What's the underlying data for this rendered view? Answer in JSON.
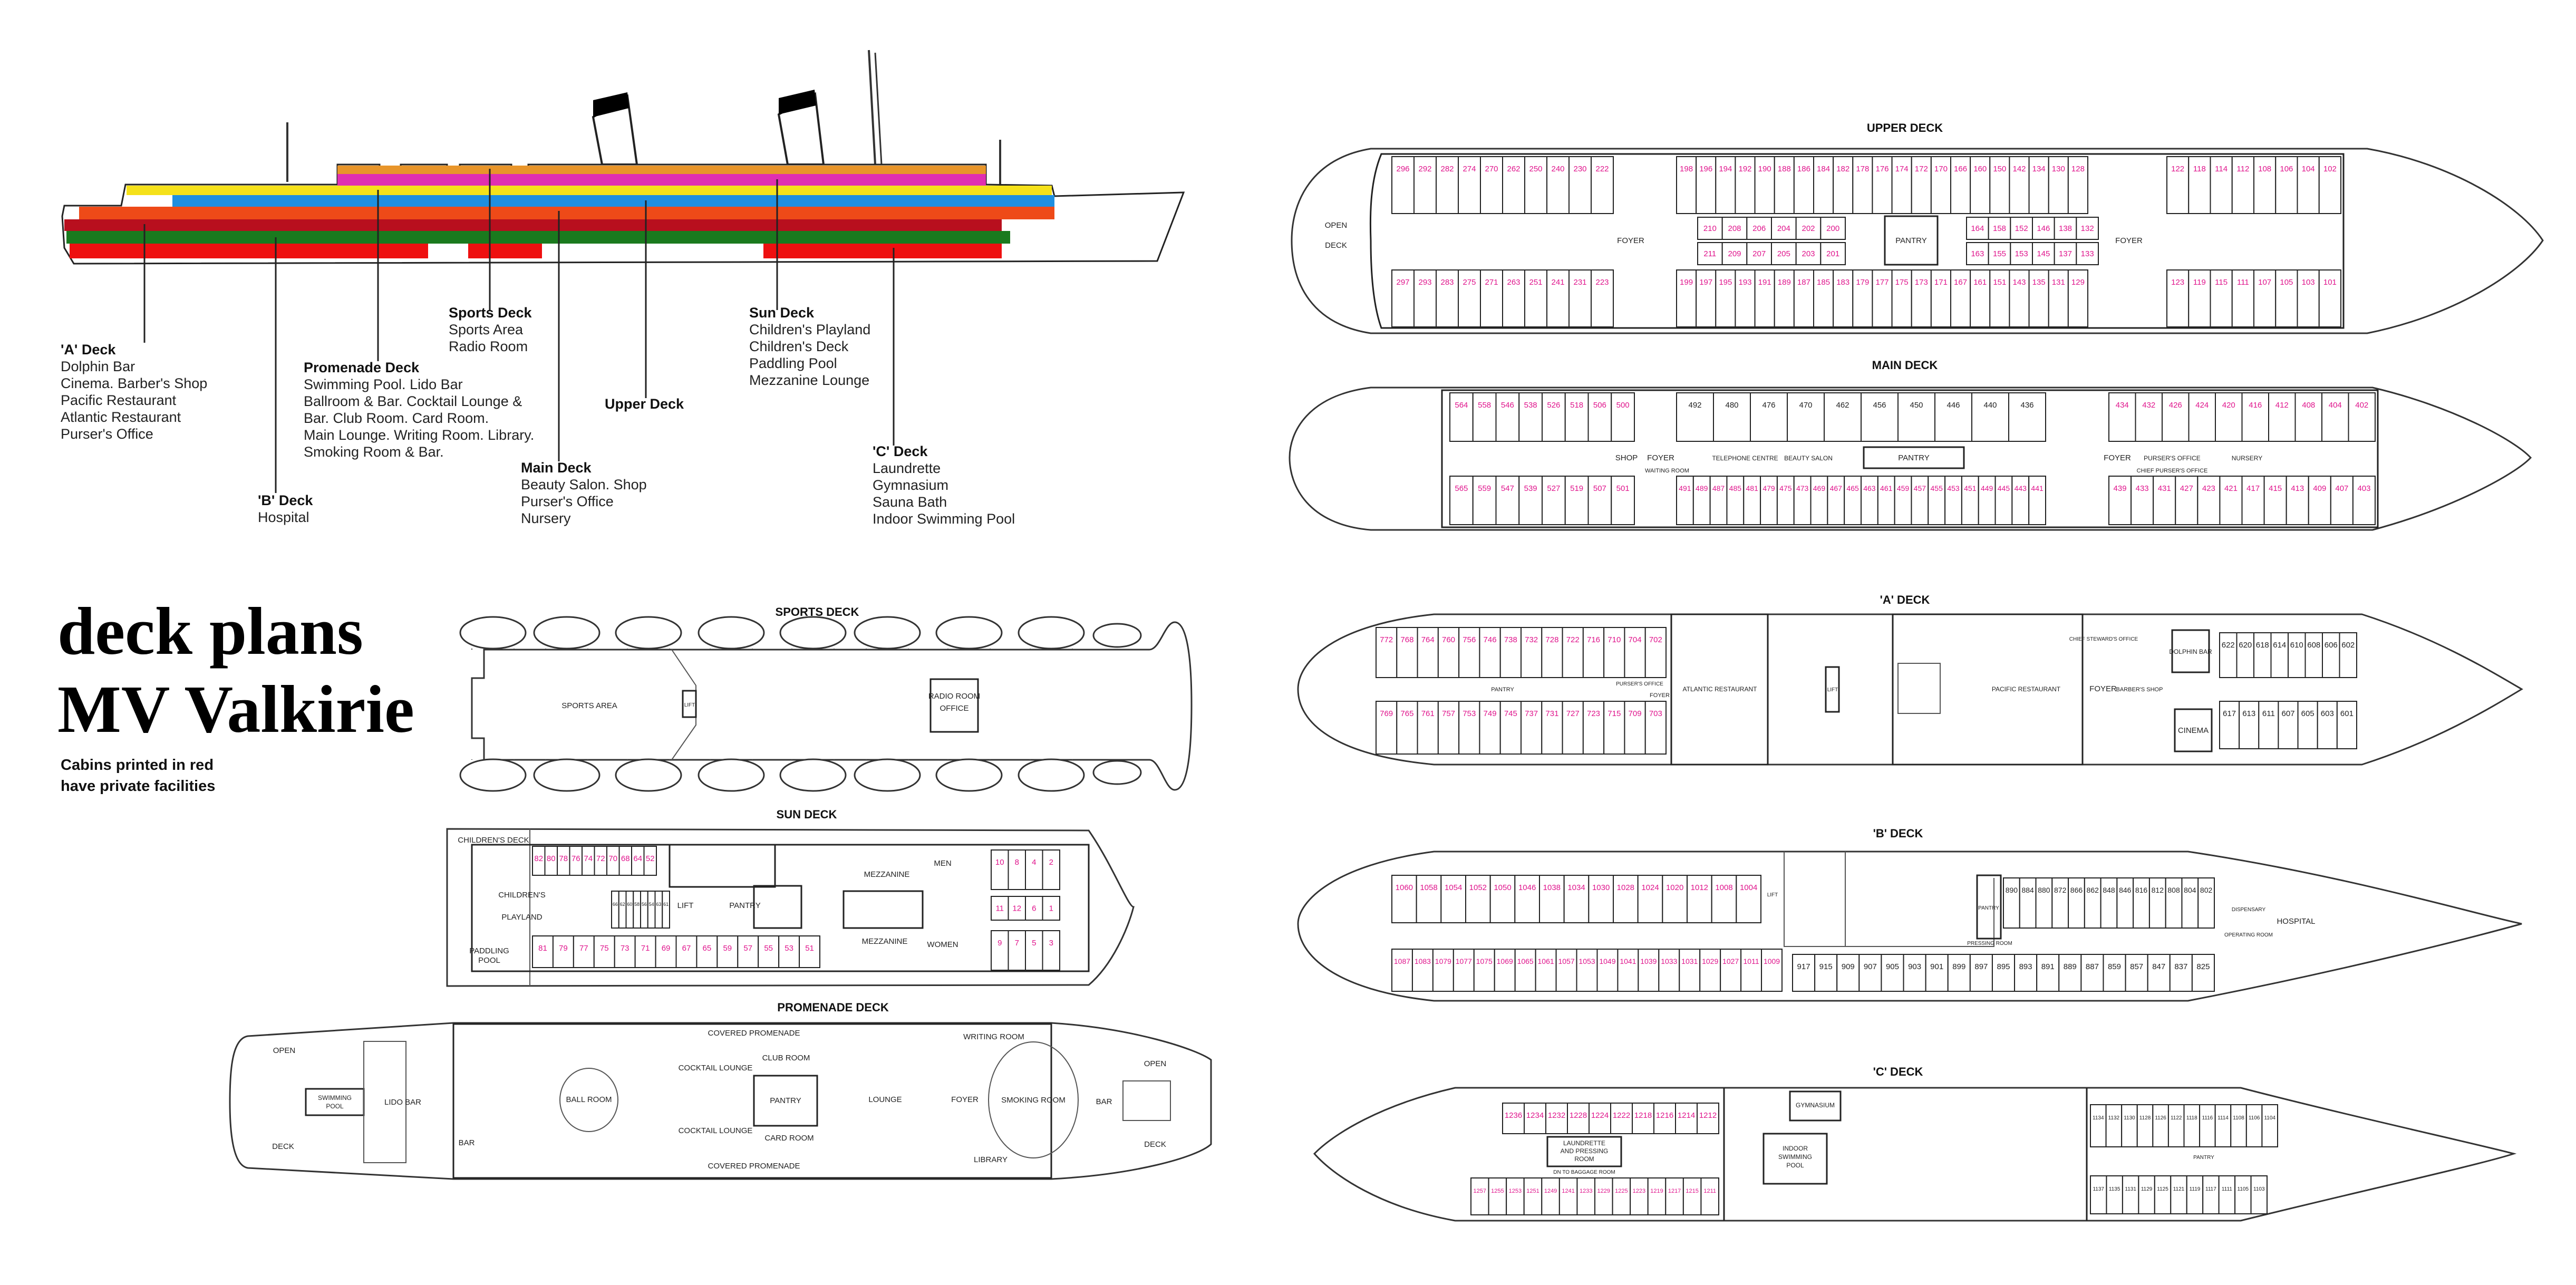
{
  "title": {
    "line1": "deck plans",
    "line2": "MV Valkirie"
  },
  "note": {
    "line1": "Cabins printed in red",
    "line2": "have private facilities"
  },
  "colors": {
    "private_cabin": "#e0148c",
    "normal_cabin": "#222222",
    "bands": {
      "sports": "#e8952a",
      "promenade": "#e02fb0",
      "sun": "#f5e11a",
      "upper": "#1e8fe0",
      "main": "#ee4a18",
      "a_deck": "#b80f1e",
      "b_deck": "#1a7a1e",
      "c_deck": "#ee1010"
    }
  },
  "profile": {
    "a_deck": {
      "title": "'A' Deck",
      "items": [
        "Dolphin Bar",
        "Cinema. Barber's Shop",
        "Pacific Restaurant",
        "Atlantic Restaurant",
        "Purser's Office"
      ]
    },
    "b_deck": {
      "title": "'B' Deck",
      "items": [
        "Hospital"
      ]
    },
    "promenade": {
      "title": "Promenade Deck",
      "items": [
        "Swimming Pool. Lido Bar",
        "Ballroom & Bar. Cocktail Lounge &",
        "Bar. Club Room. Card Room.",
        "Main Lounge. Writing Room. Library.",
        "Smoking Room & Bar."
      ]
    },
    "sports": {
      "title": "Sports Deck",
      "items": [
        "Sports Area",
        "Radio Room"
      ]
    },
    "main": {
      "title": "Main Deck",
      "items": [
        "Beauty Salon. Shop",
        "Purser's Office",
        "Nursery"
      ]
    },
    "upper": {
      "title": "Upper Deck",
      "items": []
    },
    "sun": {
      "title": "Sun Deck",
      "items": [
        "Children's Playland",
        "Children's Deck",
        "Paddling Pool",
        "Mezzanine Lounge"
      ]
    },
    "c_deck": {
      "title": "'C' Deck",
      "items": [
        "Laundrette",
        "Gymnasium",
        "Sauna Bath",
        "Indoor Swimming Pool"
      ]
    }
  },
  "decks": {
    "sports": {
      "title": "SPORTS DECK",
      "rooms": [
        "SPORTS AREA",
        "RADIO ROOM",
        "OFFICE",
        "LIFT"
      ]
    },
    "sun": {
      "title": "SUN DECK",
      "rooms": [
        "CHILDREN'S DECK",
        "CHILDREN'S",
        "PLAYLAND",
        "PADDLING",
        "POOL",
        "MEZZANINE",
        "MEZZANINE",
        "PANTRY",
        "MEN",
        "WOMEN",
        "LIFT"
      ],
      "cabins": {
        "top": {
          "private": true,
          "numbers": [
            "82",
            "80",
            "78",
            "76",
            "74",
            "72",
            "70",
            "68",
            "64",
            "52"
          ]
        },
        "mid": {
          "private": false,
          "numbers": [
            "66",
            "62",
            "60",
            "58",
            "56",
            "54",
            "63",
            "61"
          ]
        },
        "bottom": {
          "private": true,
          "numbers": [
            "81",
            "79",
            "77",
            "75",
            "73",
            "71",
            "69",
            "67",
            "65",
            "59",
            "57",
            "55",
            "53",
            "51"
          ]
        },
        "fore_top": {
          "private": true,
          "numbers": [
            "10",
            "8",
            "4",
            "2"
          ]
        },
        "fore_mid": {
          "private": true,
          "numbers": [
            "11",
            "12",
            "6",
            "1"
          ]
        },
        "fore_bottom": {
          "private": true,
          "numbers": [
            "9",
            "7",
            "5",
            "3"
          ]
        }
      }
    },
    "promenade": {
      "title": "PROMENADE DECK",
      "rooms": [
        "COVERED PROMENADE",
        "COVERED PROMENADE",
        "OPEN",
        "DECK",
        "OPEN",
        "DECK",
        "SWIMMING",
        "POOL",
        "LIDO BAR",
        "BALL ROOM",
        "COCKTAIL LOUNGE",
        "COCKTAIL LOUNGE",
        "CLUB ROOM",
        "CARD ROOM",
        "LOUNGE",
        "FOYER",
        "WRITING ROOM",
        "LIBRARY",
        "SMOKING ROOM",
        "BAR",
        "BAR",
        "PANTRY"
      ]
    },
    "upper": {
      "title": "UPPER DECK",
      "rooms": [
        "OPEN",
        "DECK",
        "FOYER",
        "PANTRY",
        "FOYER"
      ],
      "cabins": {
        "aft_top": {
          "private": true,
          "numbers": [
            "296",
            "292",
            "282",
            "274",
            "270",
            "262",
            "250",
            "240",
            "230",
            "222"
          ]
        },
        "mid_top": {
          "private": true,
          "numbers": [
            "198",
            "196",
            "194",
            "192",
            "190",
            "188",
            "186",
            "184",
            "182",
            "178",
            "176",
            "174",
            "172",
            "170",
            "166",
            "160",
            "150",
            "142",
            "134",
            "130",
            "128"
          ]
        },
        "fore_top": {
          "private": true,
          "numbers": [
            "122",
            "118",
            "114",
            "112",
            "108",
            "106",
            "104",
            "102"
          ]
        },
        "ctr_a1": {
          "private": true,
          "numbers": [
            "210",
            "208",
            "206",
            "204",
            "202",
            "200"
          ]
        },
        "ctr_a2": {
          "private": true,
          "numbers": [
            "211",
            "209",
            "207",
            "205",
            "203",
            "201"
          ]
        },
        "ctr_b1": {
          "private": true,
          "numbers": [
            "164",
            "158",
            "152",
            "146",
            "138",
            "132"
          ]
        },
        "ctr_b2": {
          "private": true,
          "numbers": [
            "163",
            "155",
            "153",
            "145",
            "137",
            "133"
          ]
        },
        "aft_bottom": {
          "private": true,
          "numbers": [
            "297",
            "293",
            "283",
            "275",
            "271",
            "263",
            "251",
            "241",
            "231",
            "223"
          ]
        },
        "mid_bottom": {
          "private": true,
          "numbers": [
            "199",
            "197",
            "195",
            "193",
            "191",
            "189",
            "187",
            "185",
            "183",
            "179",
            "177",
            "175",
            "173",
            "171",
            "167",
            "161",
            "151",
            "143",
            "135",
            "131",
            "129"
          ]
        },
        "fore_bottom": {
          "private": true,
          "numbers": [
            "123",
            "119",
            "115",
            "111",
            "107",
            "105",
            "103",
            "101"
          ]
        }
      }
    },
    "main": {
      "title": "MAIN DECK",
      "rooms": [
        "SHOP",
        "FOYER",
        "TELEPHONE CENTRE",
        "BEAUTY SALON",
        "PANTRY",
        "FOYER",
        "PURSER'S OFFICE",
        "NURSERY",
        "WAITING ROOM",
        "CHIEF PURSER'S OFFICE"
      ],
      "cabins": {
        "aft_top": {
          "private": true,
          "numbers": [
            "564",
            "558",
            "546",
            "538",
            "526",
            "518",
            "506",
            "500"
          ]
        },
        "mid_top": {
          "private": false,
          "numbers": [
            "492",
            "480",
            "476",
            "470",
            "462",
            "456",
            "450",
            "446",
            "440",
            "436"
          ]
        },
        "fore_top": {
          "private": true,
          "numbers": [
            "434",
            "432",
            "426",
            "424",
            "420",
            "416",
            "412",
            "408",
            "404",
            "402"
          ]
        },
        "aft_bottom": {
          "private": true,
          "numbers": [
            "565",
            "559",
            "547",
            "539",
            "527",
            "519",
            "507",
            "501"
          ]
        },
        "mid_bottom": {
          "private": true,
          "numbers": [
            "491",
            "489",
            "487",
            "485",
            "481",
            "479",
            "475",
            "473",
            "469",
            "467",
            "465",
            "463",
            "461",
            "459",
            "457",
            "455",
            "453",
            "451",
            "449",
            "445",
            "443",
            "441"
          ]
        },
        "fore_bottom": {
          "private": true,
          "numbers": [
            "439",
            "433",
            "431",
            "427",
            "423",
            "421",
            "417",
            "415",
            "413",
            "409",
            "407",
            "403"
          ]
        }
      }
    },
    "a_deck": {
      "title": "'A' DECK",
      "rooms": [
        "ATLANTIC RESTAURANT",
        "PACIFIC RESTAURANT",
        "FOYER",
        "FOYER",
        "CINEMA",
        "DOLPHIN BAR",
        "BARBER'S SHOP",
        "PURSER'S OFFICE",
        "CHIEF STEWARD'S OFFICE",
        "LIFT",
        "PANTRY"
      ],
      "cabins": {
        "aft_top": {
          "private": true,
          "numbers": [
            "772",
            "768",
            "764",
            "760",
            "756",
            "746",
            "738",
            "732",
            "728",
            "722",
            "716",
            "710",
            "704",
            "702"
          ]
        },
        "fore_top": {
          "private": false,
          "numbers": [
            "622",
            "620",
            "618",
            "614",
            "610",
            "608",
            "606",
            "602"
          ]
        },
        "aft_bottom": {
          "private": true,
          "numbers": [
            "769",
            "765",
            "761",
            "757",
            "753",
            "749",
            "745",
            "737",
            "731",
            "727",
            "723",
            "715",
            "709",
            "703"
          ]
        },
        "fore_bottom": {
          "private": false,
          "numbers": [
            "617",
            "613",
            "611",
            "607",
            "605",
            "603",
            "601"
          ]
        }
      }
    },
    "b_deck": {
      "title": "'B' DECK",
      "rooms": [
        "HOSPITAL",
        "DISPENSARY",
        "OPERATING ROOM",
        "PANTRY",
        "PRESSING ROOM",
        "LIFT"
      ],
      "cabins": {
        "aft_top": {
          "private": true,
          "numbers": [
            "1060",
            "1058",
            "1054",
            "1052",
            "1050",
            "1046",
            "1038",
            "1034",
            "1030",
            "1028",
            "1024",
            "1020",
            "1012",
            "1008",
            "1004"
          ]
        },
        "aft_bottom": {
          "private": true,
          "numbers": [
            "1087",
            "1083",
            "1079",
            "1077",
            "1075",
            "1069",
            "1065",
            "1061",
            "1057",
            "1053",
            "1049",
            "1041",
            "1039",
            "1033",
            "1031",
            "1029",
            "1027",
            "1011",
            "1009"
          ]
        },
        "fore_top": {
          "private": false,
          "numbers": [
            "890",
            "884",
            "880",
            "872",
            "866",
            "862",
            "848",
            "846",
            "816",
            "812",
            "808",
            "804",
            "802"
          ]
        },
        "fore_bottom": {
          "private": false,
          "numbers": [
            "917",
            "915",
            "909",
            "907",
            "905",
            "903",
            "901",
            "899",
            "897",
            "895",
            "893",
            "891",
            "889",
            "887",
            "859",
            "857",
            "847",
            "837",
            "825"
          ]
        }
      }
    },
    "c_deck": {
      "title": "'C' DECK",
      "rooms": [
        "GYMNASIUM",
        "INDOOR",
        "SWIMMING",
        "POOL",
        "LAUNDRETTE",
        "AND PRESSING",
        "ROOM",
        "DN TO BAGGAGE ROOM",
        "PANTRY"
      ],
      "cabins": {
        "aft_top": {
          "private": true,
          "numbers": [
            "1236",
            "1234",
            "1232",
            "1228",
            "1224",
            "1222",
            "1218",
            "1216",
            "1214",
            "1212"
          ]
        },
        "aft_bottom": {
          "private": true,
          "numbers": [
            "1257",
            "1255",
            "1253",
            "1251",
            "1249",
            "1241",
            "1233",
            "1229",
            "1225",
            "1223",
            "1219",
            "1217",
            "1215",
            "1211"
          ]
        },
        "fore_top": {
          "private": false,
          "numbers": [
            "1134",
            "1132",
            "1130",
            "1128",
            "1126",
            "1122",
            "1118",
            "1116",
            "1114",
            "1108",
            "1106",
            "1104"
          ]
        },
        "fore_bottom": {
          "private": false,
          "numbers": [
            "1137",
            "1135",
            "1131",
            "1129",
            "1125",
            "1121",
            "1119",
            "1117",
            "1111",
            "1105",
            "1103"
          ]
        }
      }
    }
  }
}
